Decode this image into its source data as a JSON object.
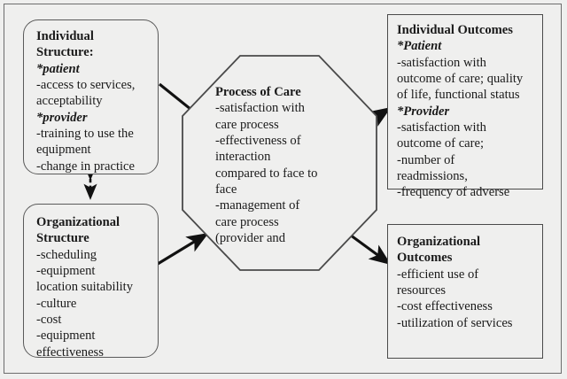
{
  "diagram": {
    "title_present": false,
    "background_color": "#efefee",
    "line_color": "#1a1a1a",
    "nodes": {
      "individual_structure": {
        "heading": "Individual\nStructure:",
        "sub1": "*patient",
        "lines1": "-access to services,\nacceptability",
        "sub2": "*provider",
        "lines2": "-training to use the\nequipment\n-change in practice",
        "shape": "rounded-rectangle"
      },
      "organizational_structure": {
        "heading": "Organizational\nStructure",
        "lines": "-scheduling\n-equipment\nlocation suitability\n-culture\n-cost\n-equipment\neffectiveness",
        "shape": "rounded-rectangle"
      },
      "process_of_care": {
        "heading": "Process of Care",
        "lines": "-satisfaction with\ncare process\n-effectiveness of\ninteraction\ncompared to face to\nface\n-management of\ncare process\n(provider and",
        "shape": "octagon"
      },
      "individual_outcomes": {
        "heading": "Individual Outcomes",
        "sub1": "*Patient",
        "lines1": "-satisfaction with\noutcome of care; quality\nof life, functional status",
        "sub2": "*Provider",
        "lines2": "-satisfaction with\noutcome of care;\n-number of\nreadmissions,\n-frequency of adverse",
        "shape": "rectangle"
      },
      "organizational_outcomes": {
        "heading": "Organizational\nOutcomes",
        "lines": "-efficient use of\nresources\n-cost effectiveness\n-utilization of services",
        "shape": "rectangle"
      }
    },
    "connectors": [
      {
        "name": "individual-structure-to-process",
        "from": "individual_structure",
        "to": "process_of_care",
        "style": "solid",
        "arrowheads": "end"
      },
      {
        "name": "individual-structure-to-organizational-structure",
        "from": "individual_structure",
        "to": "organizational_structure",
        "style": "dashed",
        "arrowheads": "both"
      },
      {
        "name": "organizational-structure-to-process",
        "from": "organizational_structure",
        "to": "process_of_care",
        "style": "solid",
        "arrowheads": "end"
      },
      {
        "name": "process-to-individual-outcomes",
        "from": "process_of_care",
        "to": "individual_outcomes",
        "style": "solid",
        "arrowheads": "end"
      },
      {
        "name": "process-to-organizational-outcomes",
        "from": "process_of_care",
        "to": "organizational_outcomes",
        "style": "solid",
        "arrowheads": "end"
      }
    ]
  }
}
